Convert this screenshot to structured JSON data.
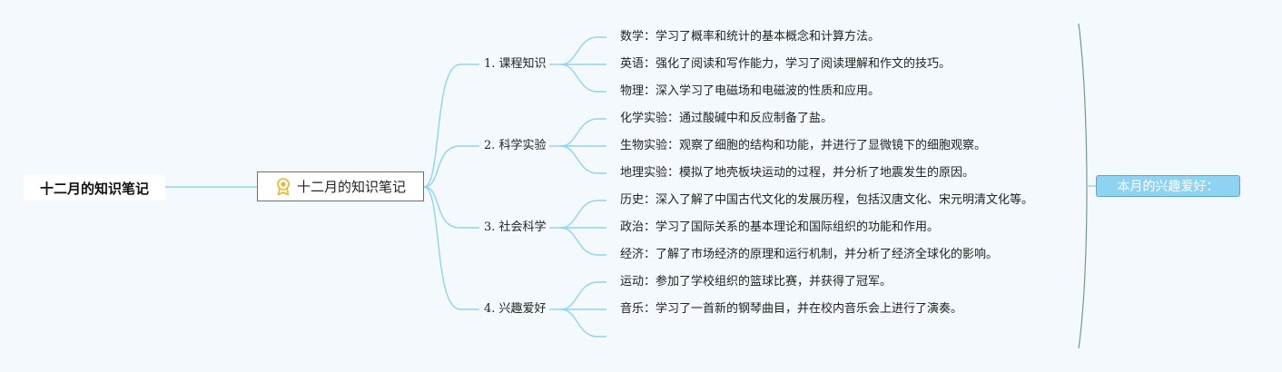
{
  "root": {
    "label": "十二月的知识笔记"
  },
  "center": {
    "label": "十二月的知识笔记",
    "icon": "award-badge-icon"
  },
  "branches": [
    {
      "label": "1. 课程知识",
      "leaves": [
        "数学：学习了概率和统计的基本概念和计算方法。",
        "英语：强化了阅读和写作能力，学习了阅读理解和作文的技巧。",
        "物理：深入学习了电磁场和电磁波的性质和应用。"
      ]
    },
    {
      "label": "2. 科学实验",
      "leaves": [
        "化学实验：通过酸碱中和反应制备了盐。",
        "生物实验：观察了细胞的结构和功能，并进行了显微镜下的细胞观察。",
        "地理实验：模拟了地壳板块运动的过程，并分析了地震发生的原因。"
      ]
    },
    {
      "label": "3. 社会科学",
      "leaves": [
        "历史：深入了解了中国古代文化的发展历程，包括汉唐文化、宋元明清文化等。",
        "政治：学习了国际关系的基本理论和国际组织的功能和作用。",
        "经济：了解了市场经济的原理和运行机制，并分析了经济全球化的影响。"
      ]
    },
    {
      "label": "4. 兴趣爱好",
      "leaves": [
        "运动：参加了学校组织的篮球比赛，并获得了冠军。",
        "音乐：学习了一首新的钢琴曲目，并在校内音乐会上进行了演奏。",
        ""
      ]
    }
  ],
  "summary": {
    "label": "本月的兴趣爱好："
  },
  "colors": {
    "connector": "#8fd3f2",
    "summary_fill": "#8fd3f2",
    "summary_border": "#5aa9d2",
    "bracket": "#6e9e84",
    "icon": "#f0b429"
  }
}
